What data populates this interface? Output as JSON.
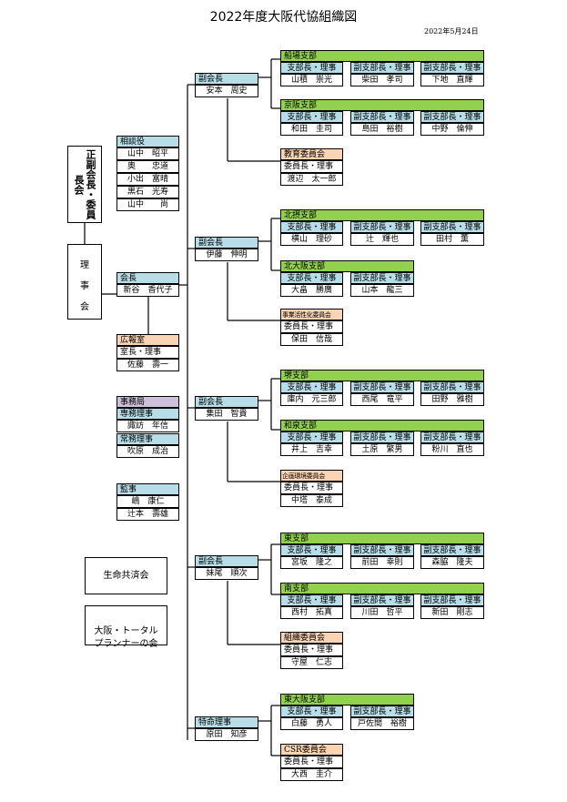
{
  "title": "2022年度大阪代協組織図",
  "date": "2022年5月24日",
  "left": {
    "executives_label": "正副会長・委員長会",
    "board_label": "理事会",
    "board_chars": [
      "理",
      "事",
      "会"
    ],
    "advisors": {
      "header": "相談役",
      "members": [
        "山中　昭平",
        "奥　　忠道",
        "小出　富晴",
        "黒石　光寿",
        "山中　　尚"
      ]
    },
    "chair": {
      "header": "会長",
      "name": "新谷　香代子"
    },
    "pr": {
      "header": "広報室",
      "role": "室長・理事",
      "name": "佐藤　壽一"
    },
    "secretariat": {
      "header": "事務局",
      "roles": [
        {
          "role": "専務理事",
          "name": "諏訪　年信"
        },
        {
          "role": "常務理事",
          "name": "吹原　成治"
        }
      ]
    },
    "auditors": {
      "header": "監事",
      "members": [
        "嶋　康仁",
        "辻本　壽雄"
      ]
    },
    "affiliates": [
      "生命共済会",
      "大阪・トータル\nプランナーの会"
    ]
  },
  "vice_chairs": [
    {
      "header": "副会長",
      "name": "安本　周史"
    },
    {
      "header": "副会長",
      "name": "伊藤　伸明"
    },
    {
      "header": "副会長",
      "name": "集田　智貴"
    },
    {
      "header": "副会長",
      "name": "妹尾　順次"
    },
    {
      "header": "特命理事",
      "name": "原田　知彦"
    }
  ],
  "branches": [
    {
      "name": "船場支部",
      "roles": [
        "支部長・理事",
        "副支部長・理事",
        "副支部長・理事"
      ],
      "members": [
        "山積　崇光",
        "柴田　孝司",
        "下地　直輝"
      ]
    },
    {
      "name": "京阪支部",
      "roles": [
        "支部長・理事",
        "副支部長・理事",
        "副支部長・理事"
      ],
      "members": [
        "和田　圭司",
        "島田　裕樹",
        "中野　倫伸"
      ]
    },
    {
      "name": "北摂支部",
      "roles": [
        "支部長・理事",
        "副支部長・理事",
        "副支部長・理事"
      ],
      "members": [
        "横山　理砂",
        "辻　輝也",
        "田村　薫"
      ]
    },
    {
      "name": "北大阪支部",
      "roles": [
        "支部長・理事",
        "副支部長・理事"
      ],
      "members": [
        "大畠　勝廣",
        "山本　龍三"
      ]
    },
    {
      "name": "堺支部",
      "roles": [
        "支部長・理事",
        "副支部長・理事",
        "副支部長・理事"
      ],
      "members": [
        "庫内　元三郎",
        "西尾　竜平",
        "田野　雅樹"
      ]
    },
    {
      "name": "和泉支部",
      "roles": [
        "支部長・理事",
        "副支部長・理事",
        "副支部長・理事"
      ],
      "members": [
        "井上　吉幸",
        "土原　繁男",
        "粉川　直也"
      ]
    },
    {
      "name": "東支部",
      "roles": [
        "支部長・理事",
        "副支部長・理事",
        "副支部長・理事"
      ],
      "members": [
        "宮坂　隆之",
        "前田　幸則",
        "森脇　隆夫"
      ]
    },
    {
      "name": "南支部",
      "roles": [
        "支部長・理事",
        "副支部長・理事",
        "副支部長・理事"
      ],
      "members": [
        "西村　拓真",
        "川田　哲平",
        "新田　剛志"
      ]
    },
    {
      "name": "東大阪支部",
      "roles": [
        "支部長・理事",
        "副支部長・理事"
      ],
      "members": [
        "白藤　勇人",
        "戸佐間　裕樹"
      ]
    }
  ],
  "committees": [
    {
      "name": "教育委員会",
      "role": "委員長・理事",
      "member": "渡辺　太一郎"
    },
    {
      "name": "事業活性化委員会",
      "role": "委員長・理事",
      "member": "保田　信哉"
    },
    {
      "name": "企画環境委員会",
      "role": "委員長・理事",
      "member": "中塔　泰成"
    },
    {
      "name": "組織委員会",
      "role": "委員長・理事",
      "member": "守屋　仁志"
    },
    {
      "name": "CSR委員会",
      "role": "委員長・理事",
      "member": "大西　圭介"
    }
  ],
  "colors": {
    "branch": "#92d050",
    "leader": "#b7dde8",
    "committee": "#fbd4b4",
    "secretariat": "#ccc0da"
  }
}
